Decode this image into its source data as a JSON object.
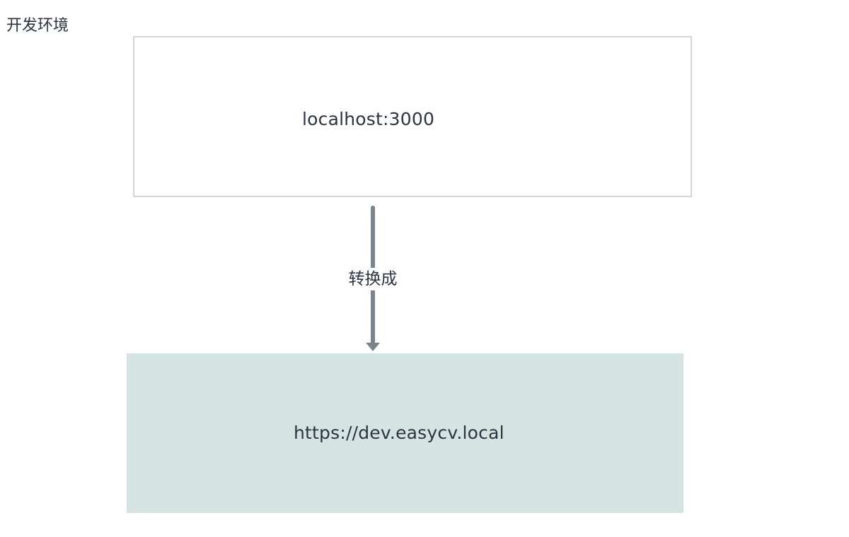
{
  "diagram": {
    "title": "开发环境",
    "source_node": {
      "label": "localhost:3000"
    },
    "edge": {
      "label": "转换成"
    },
    "target_node": {
      "label": "https://dev.easycv.local"
    }
  },
  "colors": {
    "text": "#2b3440",
    "source_border": "#cfd7dd",
    "target_fill": "#d5e3e2",
    "arrow": "#78858f"
  }
}
